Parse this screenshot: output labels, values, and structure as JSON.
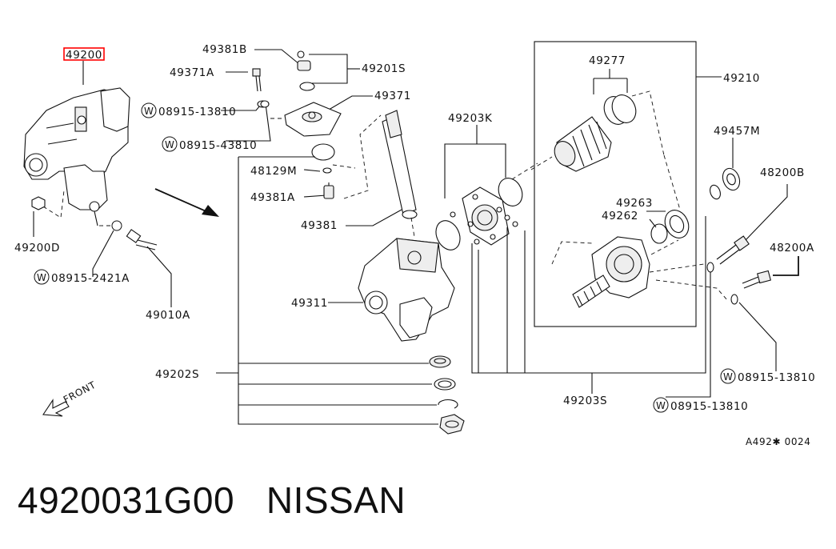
{
  "highlight_color": "#ff0000",
  "labels": {
    "assembly": "49200",
    "n49381B": "49381B",
    "n49371A": "49371A",
    "n49201S": "49201S",
    "n49371": "49371",
    "w08915_13810_a": "08915-13810",
    "w08915_43810": "08915-43810",
    "n48129M": "48129M",
    "n49381A": "49381A",
    "n49381": "49381",
    "n49203K": "49203K",
    "n49277": "49277",
    "n49210": "49210",
    "n49457M": "49457M",
    "n48200B": "48200B",
    "n49263": "49263",
    "n49262": "49262",
    "n48200A": "48200A",
    "n49200D": "49200D",
    "w08915_2421A": "08915-2421A",
    "n49010A": "49010A",
    "n49311": "49311",
    "n49202S": "49202S",
    "w08915_13810_b": "08915-13810",
    "n49203S": "49203S",
    "w08915_13810_c": "08915-13810",
    "front": "FRONT",
    "ref": "A492✱ 0024",
    "washer": "W"
  },
  "footer": {
    "part_number": "4920031G00",
    "brand": "NISSAN"
  }
}
